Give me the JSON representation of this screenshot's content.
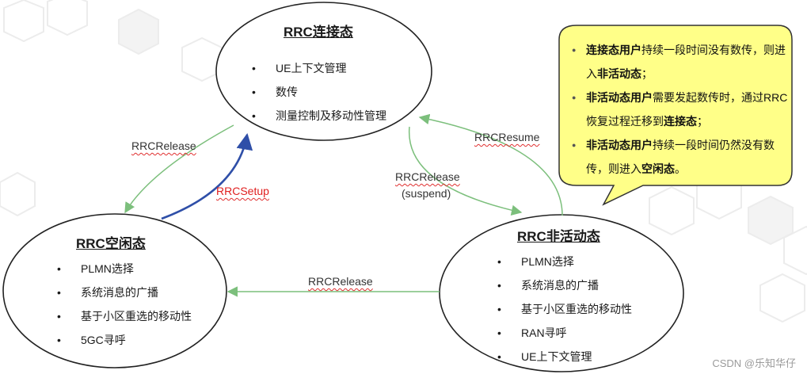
{
  "states": {
    "connected": {
      "title": "RRC连接态",
      "items": [
        "UE上下文管理",
        "数传",
        "测量控制及移动性管理"
      ]
    },
    "idle": {
      "title": "RRC空闲态",
      "items": [
        "PLMN选择",
        "系统消息的广播",
        "基于小区重选的移动性",
        "5GC寻呼"
      ]
    },
    "inactive": {
      "title": "RRC非活动态",
      "items": [
        "PLMN选择",
        "系统消息的广播",
        "基于小区重选的移动性",
        "RAN寻呼",
        "UE上下文管理"
      ]
    }
  },
  "transitions": {
    "connected_to_idle": "RRCRelease",
    "idle_to_connected": "RRCSetup",
    "connected_to_inactive": "RRCRelease",
    "connected_to_inactive_sub": "(suspend)",
    "inactive_to_connected": "RRCResume",
    "inactive_to_idle": "RRCRelease"
  },
  "callout": {
    "items": [
      [
        {
          "text": "连接态用户",
          "bold": true
        },
        {
          "text": "持续一段时间没有数传，则进入",
          "bold": false
        },
        {
          "text": "非活动态",
          "bold": true
        },
        {
          "text": "；",
          "bold": false
        }
      ],
      [
        {
          "text": "非活动态用户",
          "bold": true
        },
        {
          "text": "需要发起数传时，通过RRC恢复过程迁移到",
          "bold": false
        },
        {
          "text": "连接态",
          "bold": true
        },
        {
          "text": "；",
          "bold": false
        }
      ],
      [
        {
          "text": "非活动态用户",
          "bold": true
        },
        {
          "text": "持续一段时间仍然没有数传，则进入",
          "bold": false
        },
        {
          "text": "空闲态",
          "bold": true
        },
        {
          "text": "。",
          "bold": false
        }
      ]
    ]
  },
  "watermark": "CSDN @乐知华仔",
  "colors": {
    "green_arrow": "#7cbf7c",
    "blue_arrow": "#2f4fa8",
    "callout_fill": "#ffff88",
    "callout_border": "#333333",
    "setup_label": "#e02020"
  }
}
